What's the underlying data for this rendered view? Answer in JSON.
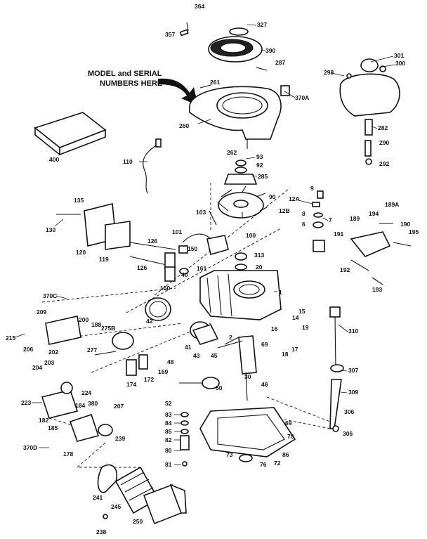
{
  "note": {
    "line1": "MODEL and SERIAL",
    "line2": "NUMBERS HERE"
  },
  "parts": {
    "p364": "364",
    "p357": "357",
    "p327": "327",
    "p390": "390",
    "p287": "287",
    "p301": "301",
    "p300": "300",
    "p298": "298",
    "p261": "261",
    "p370a": "370A",
    "p260": "260",
    "p262": "262",
    "p282": "282",
    "p290": "290",
    "p292": "292",
    "p400": "400",
    "p110": "110",
    "p93": "93",
    "p92": "92",
    "p285": "285",
    "p9": "9",
    "p12a": "12A",
    "p189a": "189A",
    "p135": "135",
    "p90": "90",
    "p12b": "12B",
    "p8": "8",
    "p6": "6",
    "p7": "7",
    "p103": "103",
    "p194": "194",
    "p189": "189",
    "p190": "190",
    "p195": "195",
    "p191": "191",
    "p130": "130",
    "p120": "120",
    "p119": "119",
    "p101": "101",
    "p100": "100",
    "p126a": "126",
    "p126b": "126",
    "p150a": "150",
    "p313": "313",
    "p20": "20",
    "p161": "161",
    "p40": "40",
    "p192": "192",
    "p193": "193",
    "p150b": "150",
    "p1": "1",
    "p370c": "370C",
    "p42": "42",
    "p15": "15",
    "p209": "209",
    "p200": "200",
    "p188": "188",
    "p14": "14",
    "p310": "310",
    "p275b": "275B",
    "p16": "16",
    "p19": "19",
    "p215": "215",
    "p206": "206",
    "p202": "202",
    "p41": "41",
    "p2": "2",
    "p69a": "69",
    "p17": "17",
    "p204": "204",
    "p203": "203",
    "p277": "277",
    "p43": "43",
    "p45": "45",
    "p18": "18",
    "p48": "48",
    "p30": "30",
    "p46": "46",
    "p307": "307",
    "p169": "169",
    "p172": "172",
    "p174": "174",
    "p224": "224",
    "p50": "50",
    "p309": "309",
    "p223": "223",
    "p184": "184",
    "p380": "380",
    "p207": "207",
    "p52": "52",
    "p182": "182",
    "p185": "185",
    "p83": "83",
    "p84": "84",
    "p69b": "69",
    "p306a": "306",
    "p239": "239",
    "p85": "85",
    "p82": "82",
    "p70": "70",
    "p306b": "306",
    "p370d": "370D",
    "p178": "178",
    "p73": "73",
    "p86": "86",
    "p80": "80",
    "p76": "76",
    "p72": "72",
    "p81": "81",
    "p241": "241",
    "p245": "245",
    "p250": "250",
    "p238": "238"
  }
}
